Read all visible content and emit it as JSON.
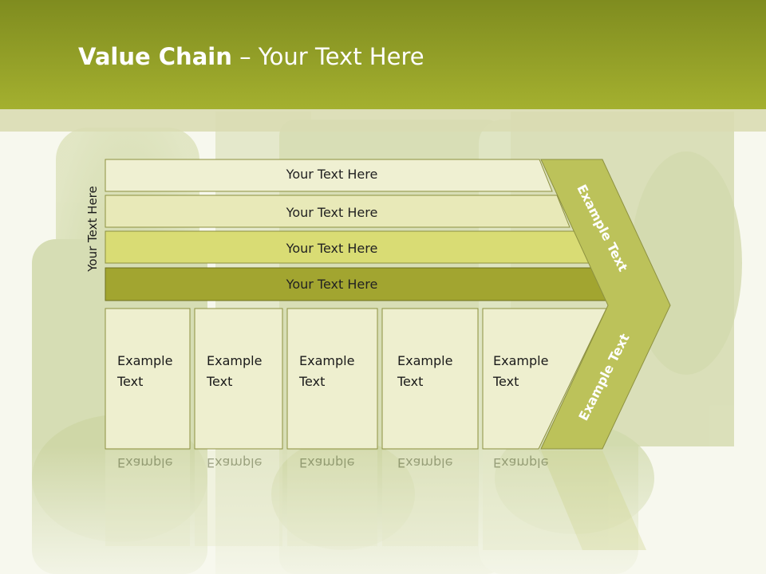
{
  "title": {
    "bold": "Value Chain",
    "rest": " – Your Text Here"
  },
  "vertical_label": "Your Text Here",
  "bands": [
    "Your Text Here",
    "Your Text Here",
    "Your Text Here",
    "Your Text Here"
  ],
  "columns": [
    {
      "line1": "Example",
      "line2": "Text"
    },
    {
      "line1": "Example",
      "line2": "Text"
    },
    {
      "line1": "Example",
      "line2": "Text"
    },
    {
      "line1": "Example",
      "line2": "Text"
    },
    {
      "line1": "Example",
      "line2": "Text"
    }
  ],
  "arrow": {
    "upper": "Example Text",
    "lower": "Example Text"
  },
  "colors": {
    "header": "#9aa62a",
    "band_light": "#eef0cc",
    "band_mid": "#dde17a",
    "band_dark": "#a3a52e",
    "arrow": "#bcc25a",
    "column": "#eeefcf"
  }
}
